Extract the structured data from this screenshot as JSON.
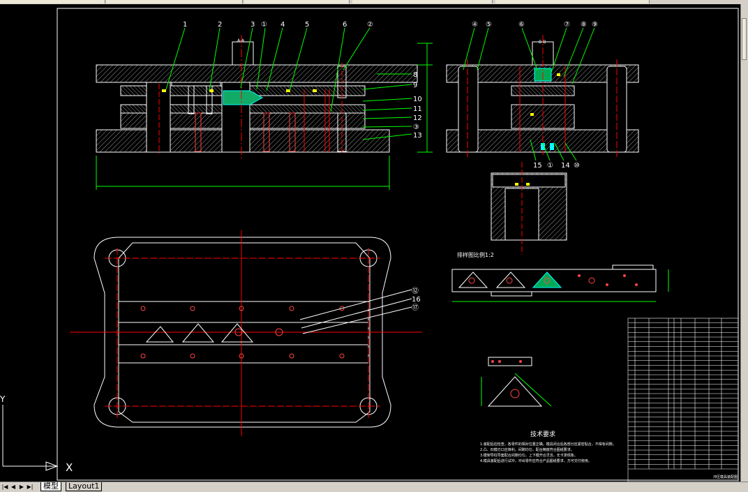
{
  "window": {
    "tabs": [
      "",
      "",
      "",
      "",
      ""
    ]
  },
  "callouts_top_left": [
    "1",
    "2",
    "3",
    "①",
    "4",
    "5",
    "6",
    "②"
  ],
  "callouts_right_left": [
    "8",
    "9",
    "10",
    "11",
    "12",
    "③",
    "13"
  ],
  "callouts_top_right": [
    "④",
    "⑤",
    "⑥",
    "⑦",
    "⑧",
    "⑨"
  ],
  "callouts_bottom_right": [
    "15",
    "①",
    "14",
    "⑩"
  ],
  "section_labels": {
    "aa": "A-A",
    "bb": "B-B"
  },
  "plan_callouts": [
    "⑫",
    "16",
    "⑰"
  ],
  "strip_title": "排样图比例1:2",
  "tech_title": "技术要求",
  "tech_lines": [
    "1.装配后应检查，各零件的相对位置正确，模具闭合后各部分应紧密贴合，不得有间隙。",
    "2.凸、凹模刃口应锋利，间隙均匀，配合精度符合图纸要求。",
    "3.模架导柱导套配合间隙均匀，上下模开合灵活，无卡滞现象。",
    "4.模具装配后进行试冲，冲出零件应符合产品图纸要求，方可交付使用。"
  ],
  "title_block_name": "冲压模具装配图",
  "status_bar": {
    "model_tab": "模型",
    "layout_tab": "Layout1",
    "nav_first": "|◀",
    "nav_prev": "◀",
    "nav_next": "▶",
    "nav_last": "▶|"
  },
  "ucs": {
    "x_label": "X",
    "y_label": "Y"
  },
  "colors": {
    "background": "#000000",
    "outline": "#ffffff",
    "centerline": "#ff0000",
    "dimension": "#00ff00",
    "yellow": "#ffff00",
    "cyan": "#00ffff",
    "magenta": "#ff00ff"
  }
}
